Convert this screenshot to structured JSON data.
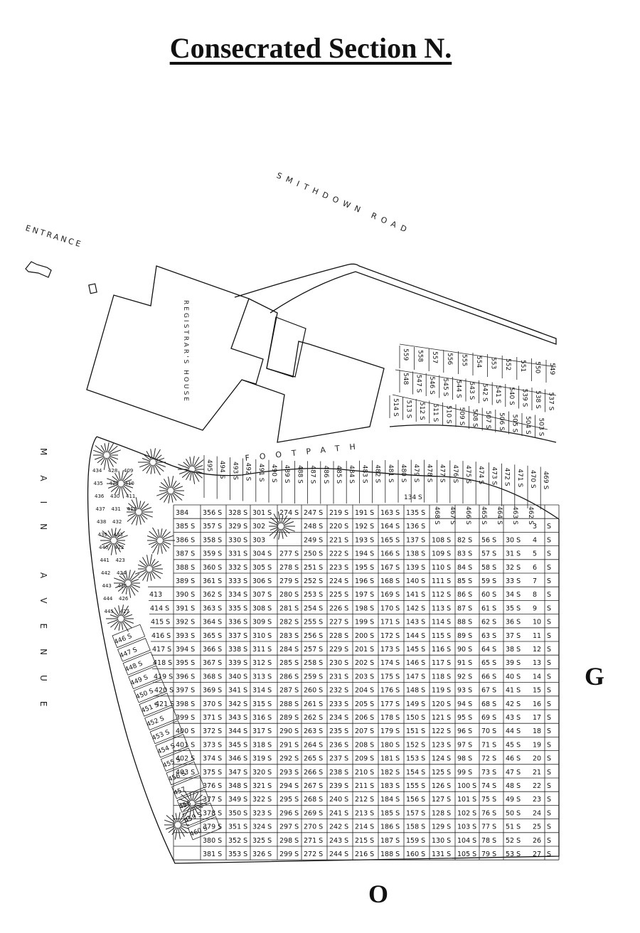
{
  "title": "Consecrated Section N.",
  "labels": {
    "road": "SMITHDOWN ROAD",
    "entrance": "ENTRANCE",
    "house": "REGISTRAR'S HOUSE",
    "footpath": "FOOTPATH",
    "avenue": "MAIN AVENUE"
  },
  "adjoining": {
    "east": "G",
    "south": "O"
  },
  "grid": {
    "rows": [
      [
        "384",
        "356 S",
        "328 S",
        "301 S",
        "274 S",
        "247 S",
        "219 S",
        "191 S",
        "163 S",
        "135 S",
        "",
        "",
        "",
        "",
        "",
        ""
      ],
      [
        "385 S",
        "357 S",
        "329 S",
        "302",
        "",
        "248 S",
        "220 S",
        "192 S",
        "164 S",
        "136 S",
        "",
        "",
        "",
        "",
        "3",
        "S"
      ],
      [
        "386 S",
        "358 S",
        "330 S",
        "303",
        "",
        "249 S",
        "221 S",
        "193 S",
        "165 S",
        "137 S",
        "108 S",
        "82 S",
        "56 S",
        "30 S",
        "4",
        "S"
      ],
      [
        "387 S",
        "359 S",
        "331 S",
        "304 S",
        "277 S",
        "250 S",
        "222 S",
        "194 S",
        "166 S",
        "138 S",
        "109 S",
        "83 S",
        "57 S",
        "31 S",
        "5",
        "S"
      ],
      [
        "388 S",
        "360 S",
        "332 S",
        "305 S",
        "278 S",
        "251 S",
        "223 S",
        "195 S",
        "167 S",
        "139 S",
        "110 S",
        "84 S",
        "58 S",
        "32 S",
        "6",
        "S"
      ],
      [
        "389 S",
        "361 S",
        "333 S",
        "306 S",
        "279 S",
        "252 S",
        "224 S",
        "196 S",
        "168 S",
        "140 S",
        "111 S",
        "85 S",
        "59 S",
        "33 S",
        "7",
        "S"
      ],
      [
        "390 S",
        "362 S",
        "334 S",
        "307 S",
        "280 S",
        "253 S",
        "225 S",
        "197 S",
        "169 S",
        "141 S",
        "112 S",
        "86 S",
        "60 S",
        "34 S",
        "8",
        "S"
      ],
      [
        "391 S",
        "363 S",
        "335 S",
        "308 S",
        "281 S",
        "254 S",
        "226 S",
        "198 S",
        "170 S",
        "142 S",
        "113 S",
        "87 S",
        "61 S",
        "35 S",
        "9",
        "S"
      ],
      [
        "392 S",
        "364 S",
        "336 S",
        "309 S",
        "282 S",
        "255 S",
        "227 S",
        "199 S",
        "171 S",
        "143 S",
        "114 S",
        "88 S",
        "62 S",
        "36 S",
        "10",
        "S"
      ],
      [
        "393 S",
        "365 S",
        "337 S",
        "310 S",
        "283 S",
        "256 S",
        "228 S",
        "200 S",
        "172 S",
        "144 S",
        "115 S",
        "89 S",
        "63 S",
        "37 S",
        "11",
        "S"
      ],
      [
        "394 S",
        "366 S",
        "338 S",
        "311 S",
        "284 S",
        "257 S",
        "229 S",
        "201 S",
        "173 S",
        "145 S",
        "116 S",
        "90 S",
        "64 S",
        "38 S",
        "12",
        "S"
      ],
      [
        "395 S",
        "367 S",
        "339 S",
        "312 S",
        "285 S",
        "258 S",
        "230 S",
        "202 S",
        "174 S",
        "146 S",
        "117 S",
        "91 S",
        "65 S",
        "39 S",
        "13",
        "S"
      ],
      [
        "396 S",
        "368 S",
        "340 S",
        "313 S",
        "286 S",
        "259 S",
        "231 S",
        "203 S",
        "175 S",
        "147 S",
        "118 S",
        "92 S",
        "66 S",
        "40 S",
        "14",
        "S"
      ],
      [
        "397 S",
        "369 S",
        "341 S",
        "314 S",
        "287 S",
        "260 S",
        "232 S",
        "204 S",
        "176 S",
        "148 S",
        "119 S",
        "93 S",
        "67 S",
        "41 S",
        "15",
        "S"
      ],
      [
        "398 S",
        "370 S",
        "342 S",
        "315 S",
        "288 S",
        "261 S",
        "233 S",
        "205 S",
        "177 S",
        "149 S",
        "120 S",
        "94 S",
        "68 S",
        "42 S",
        "16",
        "S"
      ],
      [
        "399 S",
        "371 S",
        "343 S",
        "316 S",
        "289 S",
        "262 S",
        "234 S",
        "206 S",
        "178 S",
        "150 S",
        "121 S",
        "95 S",
        "69 S",
        "43 S",
        "17",
        "S"
      ],
      [
        "400 S",
        "372 S",
        "344 S",
        "317 S",
        "290 S",
        "263 S",
        "235 S",
        "207 S",
        "179 S",
        "151 S",
        "122 S",
        "96 S",
        "70 S",
        "44 S",
        "18",
        "S"
      ],
      [
        "401 S",
        "373 S",
        "345 S",
        "318 S",
        "291 S",
        "264 S",
        "236 S",
        "208 S",
        "180 S",
        "152 S",
        "123 S",
        "97 S",
        "71 S",
        "45 S",
        "19",
        "S"
      ],
      [
        "402 S",
        "374 S",
        "346 S",
        "319 S",
        "292 S",
        "265 S",
        "237 S",
        "209 S",
        "181 S",
        "153 S",
        "124 S",
        "98 S",
        "72 S",
        "46 S",
        "20",
        "S"
      ],
      [
        "403 S",
        "375 S",
        "347 S",
        "320 S",
        "293 S",
        "266 S",
        "238 S",
        "210 S",
        "182 S",
        "154 S",
        "125 S",
        "99 S",
        "73 S",
        "47 S",
        "21",
        "S"
      ],
      [
        "",
        "376 S",
        "348 S",
        "321 S",
        "294 S",
        "267 S",
        "239 S",
        "211 S",
        "183 S",
        "155 S",
        "126 S",
        "100 S",
        "74 S",
        "48 S",
        "22",
        "S"
      ],
      [
        "",
        "377 S",
        "349 S",
        "322 S",
        "295 S",
        "268 S",
        "240 S",
        "212 S",
        "184 S",
        "156 S",
        "127 S",
        "101 S",
        "75 S",
        "49 S",
        "23",
        "S"
      ],
      [
        "",
        "378 S",
        "350 S",
        "323 S",
        "296 S",
        "269 S",
        "241 S",
        "213 S",
        "185 S",
        "157 S",
        "128 S",
        "102 S",
        "76 S",
        "50 S",
        "24",
        "S"
      ],
      [
        "",
        "379 S",
        "351 S",
        "324 S",
        "297 S",
        "270 S",
        "242 S",
        "214 S",
        "186 S",
        "158 S",
        "129 S",
        "103 S",
        "77 S",
        "51 S",
        "25",
        "S"
      ],
      [
        "",
        "380 S",
        "352 S",
        "325 S",
        "298 S",
        "271 S",
        "243 S",
        "215 S",
        "187 S",
        "159 S",
        "130 S",
        "104 S",
        "78 S",
        "52 S",
        "26",
        "S"
      ],
      [
        "",
        "381 S",
        "353 S",
        "326 S",
        "299 S",
        "272 S",
        "244 S",
        "216 S",
        "188 S",
        "160 S",
        "131 S",
        "105 S",
        "79 S",
        "53 S",
        "27",
        "S"
      ]
    ],
    "left_column": [
      "413",
      "414 S",
      "415 S",
      "416 S",
      "417 S",
      "418 S",
      "419 S",
      "420 S",
      "421 S"
    ],
    "extra_row_cells": [
      "134 S",
      "468 S",
      "467 S",
      "466 S",
      "465 S",
      "464 S",
      "463 S",
      "462 S"
    ]
  },
  "footpath_plots": [
    "495",
    "494 S",
    "493 S",
    "492 S",
    "491 S",
    "490 S",
    "489 S",
    "488 S",
    "487 S",
    "486 S",
    "485 S",
    "484 S",
    "483 S",
    "482 S",
    "481 S",
    "480 S",
    "479 S",
    "478 S",
    "477 S",
    "476 S",
    "475 S",
    "474 S",
    "473 S",
    "472 S",
    "471 S",
    "470 S",
    "469 S"
  ],
  "road_plots": {
    "top": [
      "559",
      "558",
      "557",
      "556",
      "555",
      "554",
      "553",
      "552",
      "551",
      "550",
      "549"
    ],
    "middle": [
      "548",
      "547 S",
      "546 S",
      "545 S",
      "544 S",
      "543 S",
      "542 S",
      "541 S",
      "540 S",
      "539 S",
      "538 S",
      "537 S"
    ],
    "bottom": [
      "514 S",
      "513 S",
      "512 S",
      "511 S",
      "510 S",
      "509 S",
      "508 S",
      "507 S",
      "506 S",
      "505 S",
      "504 S",
      "503 S"
    ]
  },
  "avenue_plots": [
    "446 S",
    "447 S",
    "448 S",
    "449 S",
    "450 S",
    "451 S",
    "452 S",
    "453 S",
    "454 S",
    "455 S",
    "456 S",
    "457",
    "458",
    "459 S",
    "460 S"
  ],
  "avenue_upper_plots": [
    "434",
    "435",
    "436",
    "437",
    "438",
    "439",
    "440",
    "441",
    "442",
    "443",
    "444",
    "445",
    "428",
    "429",
    "430",
    "431",
    "432",
    "433",
    "422",
    "423",
    "424",
    "425",
    "426",
    "427",
    "409",
    "410",
    "411",
    "412"
  ]
}
